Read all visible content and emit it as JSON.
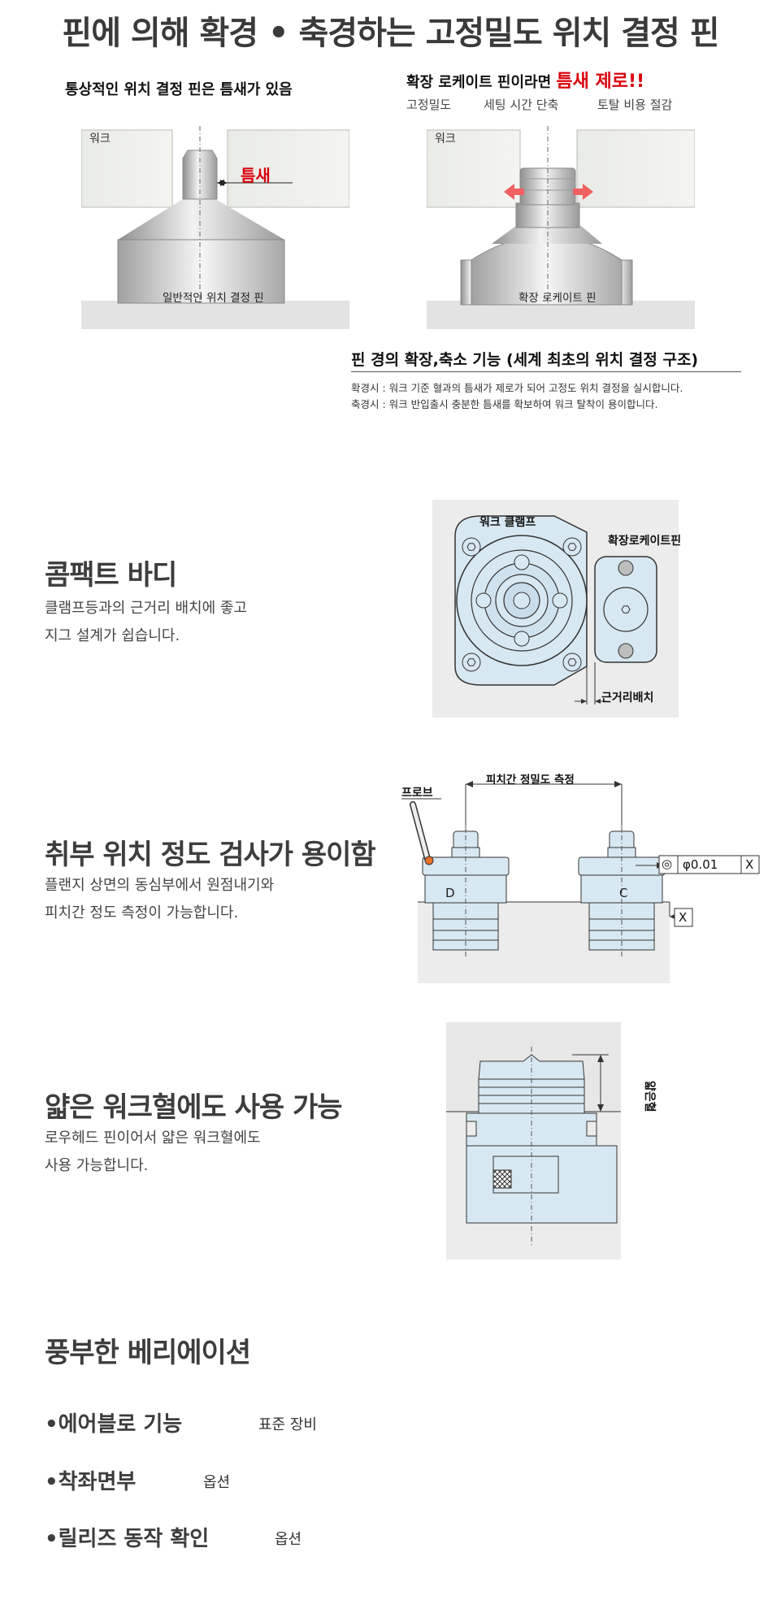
{
  "header": {
    "title": "핀에 의해 확경 • 축경하는 고정밀도 위치 결정 핀"
  },
  "comparison": {
    "left_heading": "통상적인 위치 결정 핀은 틈새가 있음",
    "right_heading_prefix": "확장 로케이트 핀이라면 ",
    "right_heading_emphasis": "틈새 제로!!",
    "benefits": [
      "고정밀도",
      "세팅 시간 단축",
      "토탈 비용 절감"
    ],
    "left_figure": {
      "work_label": "워크",
      "gap_label": "틈새",
      "pin_label": "일반적인 위치 결정 핀"
    },
    "right_figure": {
      "work_label": "워크",
      "pin_label": "확장 로케이트 핀"
    }
  },
  "function": {
    "heading": "핀 경의 확장,축소 기능 (세계 최초의 위치 결정 구조)",
    "notes": [
      "확경시 : 워크 기준 혈과의 틈새가 제로가 되어 고정도 위치 결정을 실시합니다.",
      "축경시 : 워크 반입출시 충분한 틈새를 확보하여 워크 탈착이 용이합니다."
    ]
  },
  "compact": {
    "title": "콤팩트 바디",
    "desc": "클램프등과의 근거리 배치에 좋고\n지그 설계가 쉽습니다.",
    "figure": {
      "clamp_label": "워크 클램프",
      "pin_label": "확장로케이트핀",
      "distance_label": "근거리배치"
    }
  },
  "inspection": {
    "title": "취부 위치 정도 검사가 용이함",
    "desc": "플랜지 상면의 동심부에서 원점내기와\n피치간 정도 측정이 가능합니다.",
    "figure": {
      "pitch_label": "피치간 정밀도 측정",
      "probe_label": "프로브",
      "left_mark": "D",
      "right_mark": "C",
      "tolerance_symbol": "◎",
      "tolerance_value": "φ0.01",
      "datum": "X",
      "datum_ref": "X"
    }
  },
  "thin": {
    "title": "얇은 워크혈에도 사용 가능",
    "desc": "로우헤드 핀이어서 얇은 워크혈에도\n사용 가능합니다.",
    "figure": {
      "depth_label": "얇은혈"
    }
  },
  "variations": {
    "title": "풍부한 베리에이션",
    "items": [
      {
        "bullet": "•",
        "name": "에어블로 기능",
        "tag": "표준 장비"
      },
      {
        "bullet": "•",
        "name": "착좌면부",
        "tag": "옵션"
      },
      {
        "bullet": "•",
        "name": "릴리즈 동작 확인",
        "tag": "옵션"
      }
    ]
  }
}
